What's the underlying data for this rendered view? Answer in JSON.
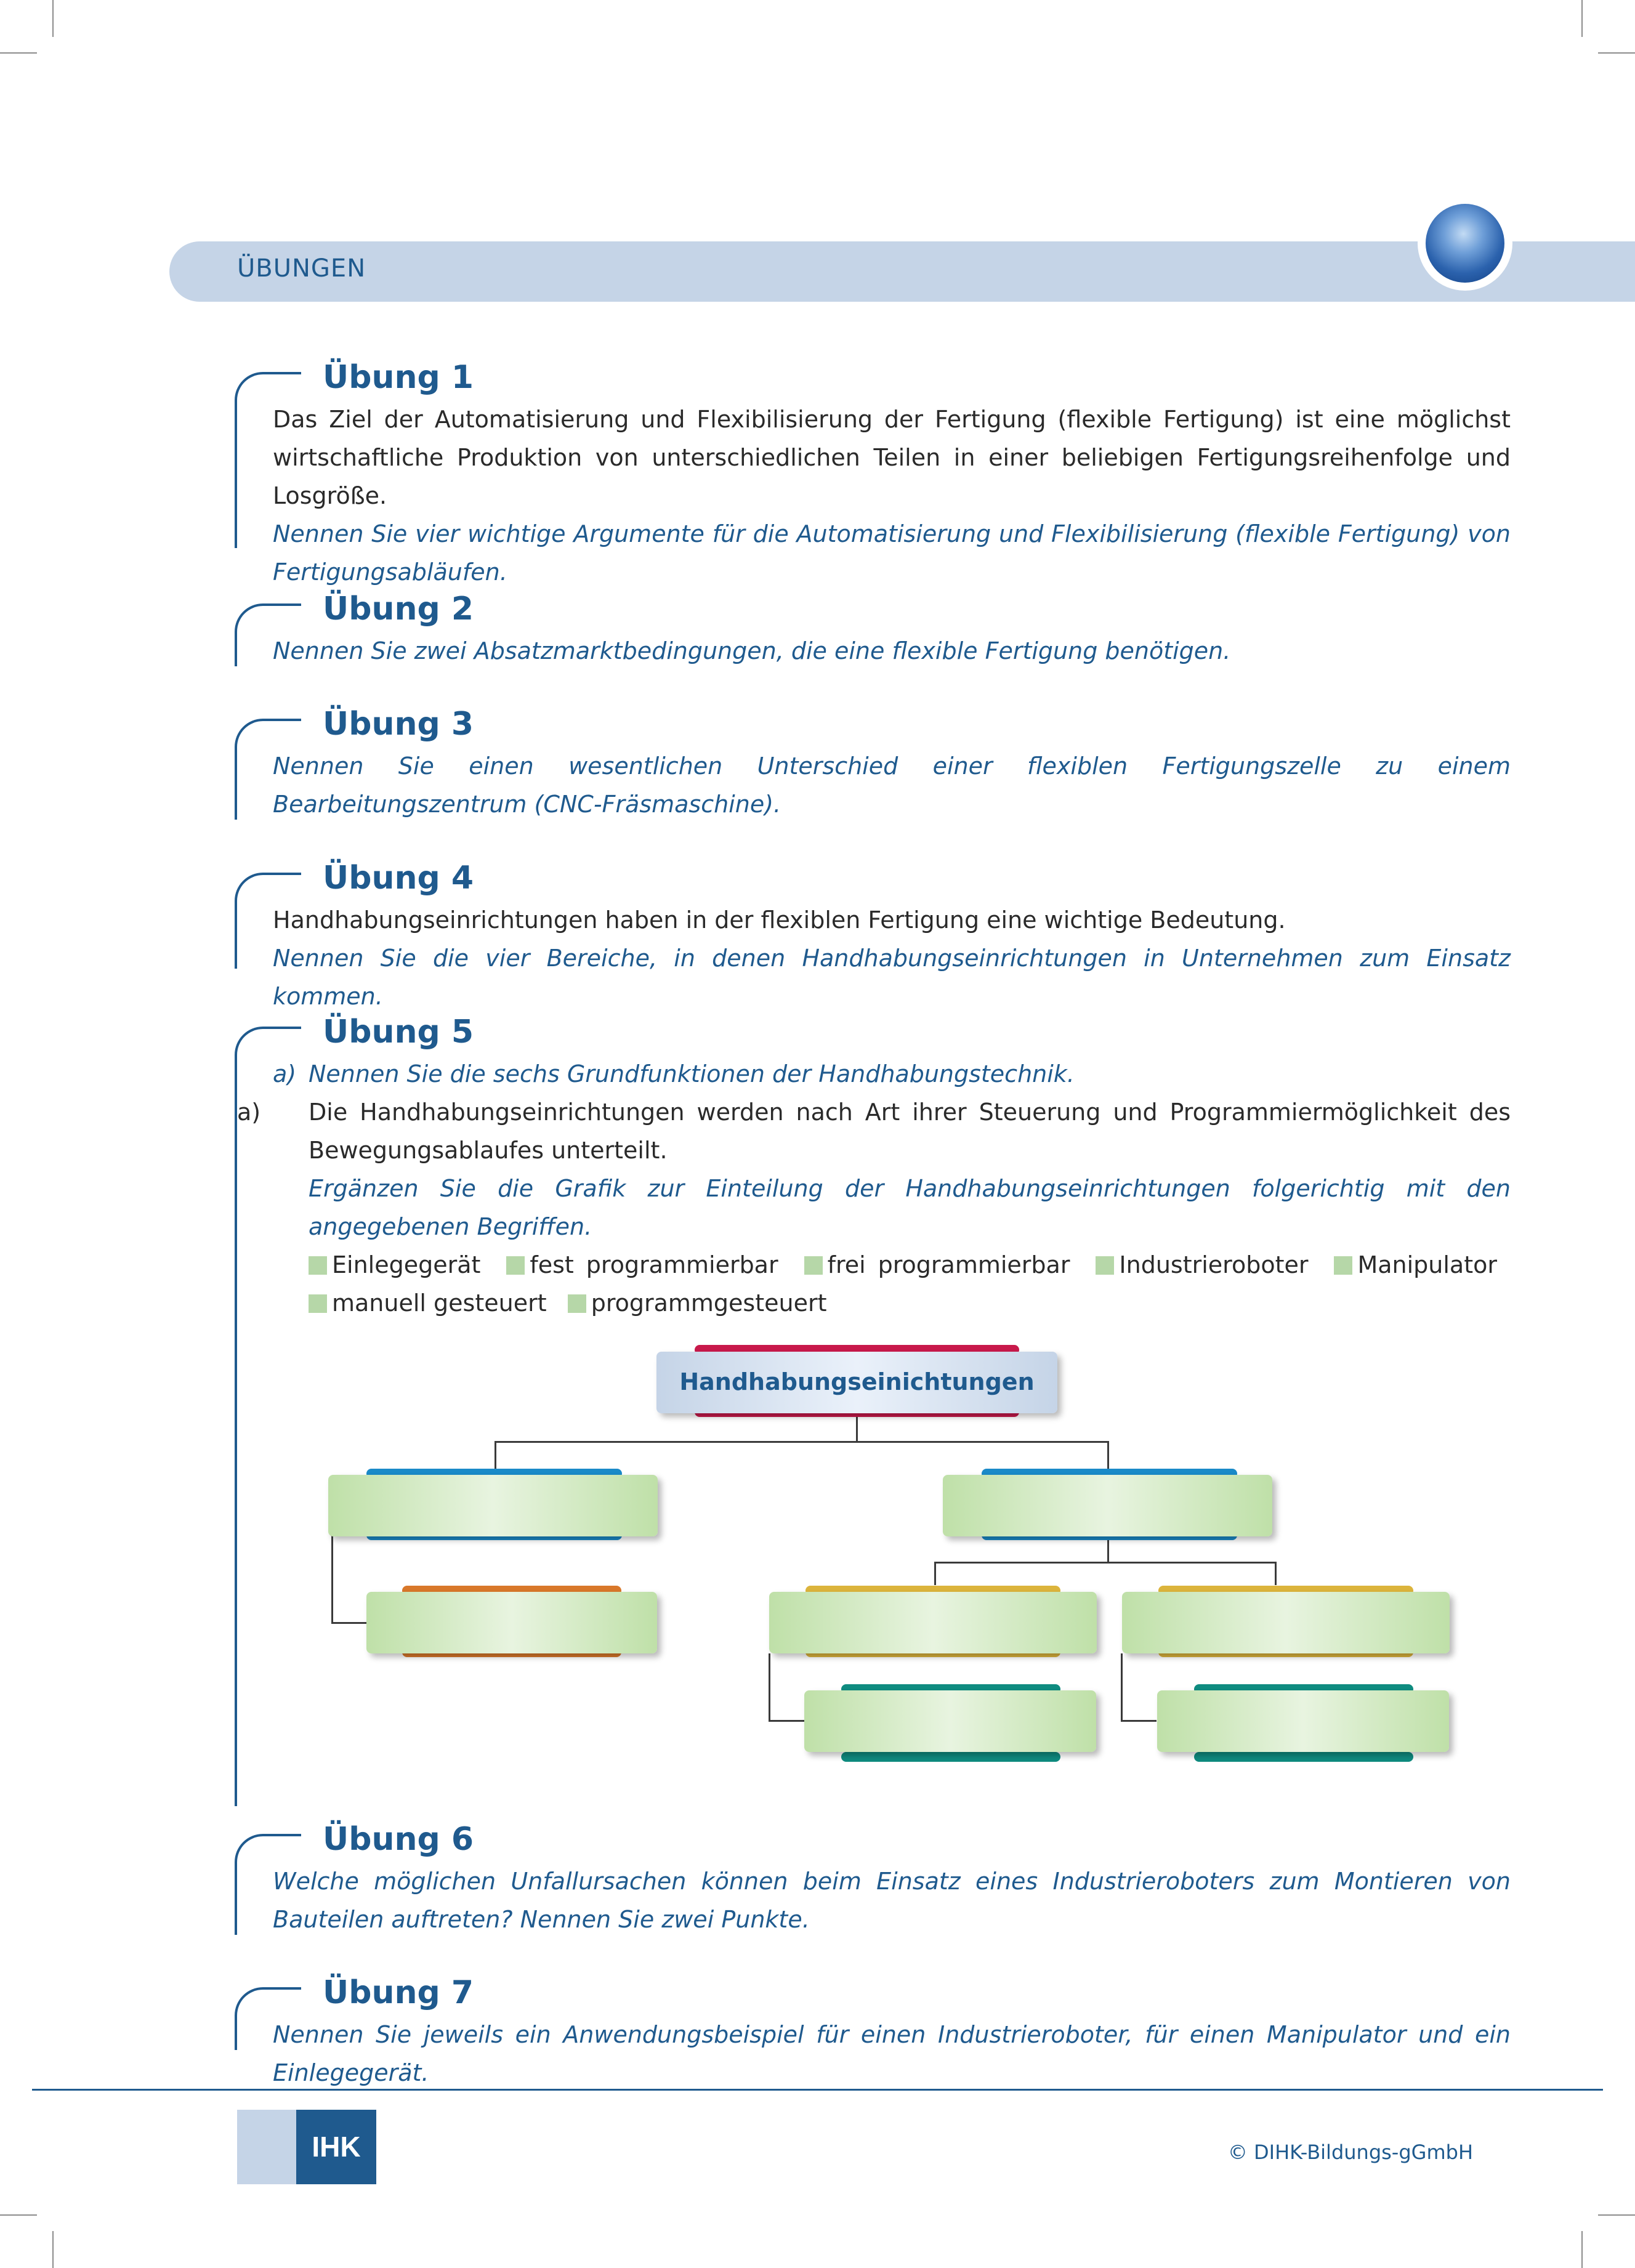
{
  "header": {
    "section_title": "ÜBUNGEN"
  },
  "exercises": [
    {
      "title": "Übung 1",
      "paragraphs": [
        {
          "style": "normal",
          "text": "Das Ziel der Automatisierung und Flexibilisierung der Fertigung (flexible Fertigung) ist eine möglichst wirtschaftliche Produktion von unterschiedlichen Teilen in einer beliebigen Fertigungsreihenfolge und Losgröße."
        },
        {
          "style": "task",
          "text": "Nennen Sie vier wichtige Argumente  für die Automatisierung und Flexibilisierung (flexible Fertigung) von Fertigungsabläufen."
        }
      ]
    },
    {
      "title": "Übung 2",
      "paragraphs": [
        {
          "style": "task",
          "text": "Nennen Sie zwei Absatzmarktbedingungen, die eine flexible Fertigung benötigen."
        }
      ]
    },
    {
      "title": "Übung 3",
      "paragraphs": [
        {
          "style": "task",
          "text": "Nennen Sie einen wesentlichen Unterschied einer flexiblen Fertigungszelle zu einem Bearbeitungszentrum (CNC-Fräsmaschine)."
        }
      ]
    },
    {
      "title": "Übung 4",
      "paragraphs": [
        {
          "style": "normal",
          "text": "Handhabungseinrichtungen haben in der flexiblen Fertigung eine wichtige Bedeutung."
        },
        {
          "style": "task",
          "text": "Nennen Sie die vier Bereiche, in denen Handhabungseinrichtungen in Unternehmen zum Einsatz kommen."
        }
      ]
    },
    {
      "title": "Übung 5",
      "item_a1_label": "a)",
      "item_a1_text": "Nennen Sie die sechs Grundfunktionen der Handhabungstechnik.",
      "item_a2_label": "a)",
      "item_a2_text": "Die Handhabungseinrichtungen werden nach Art ihrer Steuerung und Programmiermöglichkeit des Bewegungsablaufes unterteilt.",
      "item_a2_task": "Ergänzen Sie die Grafik zur Einteilung der Handhabungseinrichtungen folgerichtig mit den angegebenen Begriffen.",
      "terms": [
        "Einlegegerät",
        "fest programmierbar",
        "frei programmierbar",
        "Industrieroboter",
        "Manipulator",
        "manuell gesteuert",
        "programmgesteuert"
      ],
      "diagram_root": "Handhabungseinichtungen",
      "diagram_colors": {
        "root_cap": "#c8194b",
        "level1_cap": "#1a8ac8",
        "orange_cap": "#d9782a",
        "yellow_cap": "#dcb43c",
        "teal_cap": "#0f8c80",
        "node_fill": "#bfe0a8"
      }
    },
    {
      "title": "Übung 6",
      "paragraphs": [
        {
          "style": "task",
          "text": "Welche möglichen Unfallursachen können beim Einsatz eines Industrieroboters zum Montieren von Bauteilen auftreten? Nennen Sie zwei Punkte."
        }
      ]
    },
    {
      "title": "Übung 7",
      "paragraphs": [
        {
          "style": "task",
          "text": "Nennen Sie jeweils ein Anwendungsbeispiel für einen Industrieroboter, für einen Manipulator und ein Einlegegerät."
        }
      ]
    }
  ],
  "footer": {
    "logo_text": "IHK",
    "copyright": "© DIHK-Bildungs-gGmbH"
  },
  "colors": {
    "brand_blue": "#1f5a8e",
    "header_band": "#c5d4e7"
  }
}
